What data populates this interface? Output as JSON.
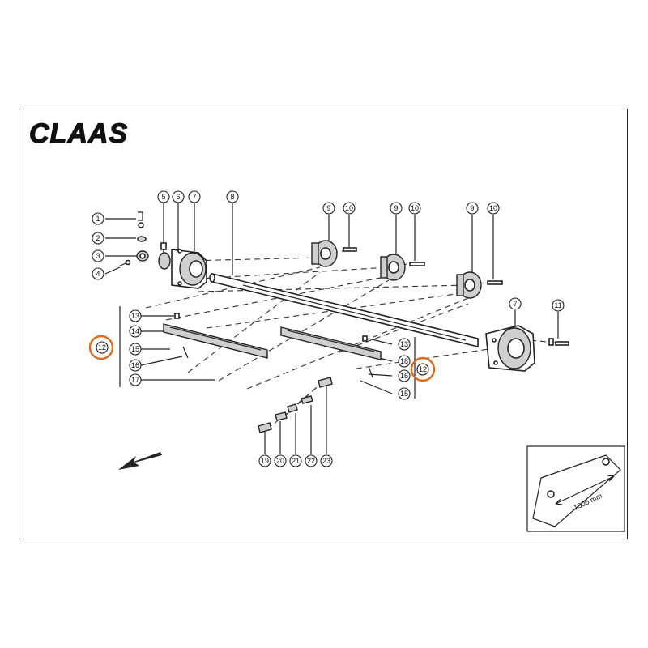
{
  "brand": {
    "logo_text": "CLAAS"
  },
  "callouts": [
    "1",
    "2",
    "3",
    "4",
    "5",
    "6",
    "7",
    "8",
    "9",
    "10",
    "9",
    "10",
    "9",
    "10",
    "7",
    "11",
    "13",
    "14",
    "12",
    "15",
    "16",
    "17",
    "13",
    "18",
    "12",
    "16",
    "15",
    "19",
    "20",
    "21",
    "22",
    "23"
  ],
  "highlighted_callouts": [
    "12",
    "12"
  ],
  "inset": {
    "dimension_label": "1306 mm"
  },
  "colors": {
    "highlight": "#e06a1c",
    "line": "#222222"
  },
  "direction_arrow": "arrow-down-left-icon"
}
